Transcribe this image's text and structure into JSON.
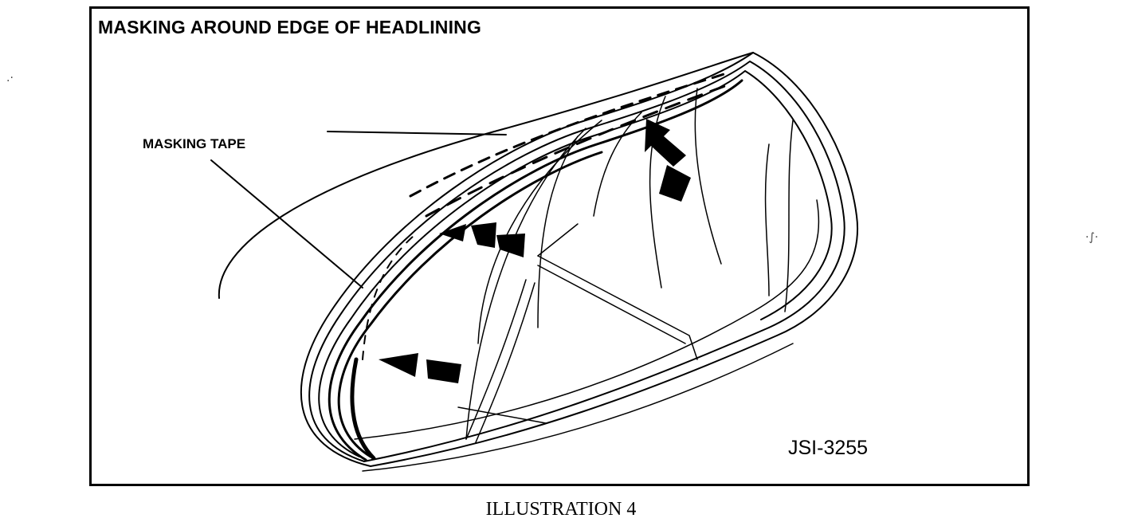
{
  "title": "MASKING AROUND EDGE OF HEADLINING",
  "labels": {
    "masking_tape": "MASKING TAPE"
  },
  "figure_id": "JSI-3255",
  "caption": "ILLUSTRATION 4",
  "icons": {
    "arrows": [
      "arrow-pointing-up-right-icon",
      "arrow-pointing-left-icon"
    ]
  },
  "colors": {
    "ink": "#000000",
    "paper": "#ffffff"
  }
}
